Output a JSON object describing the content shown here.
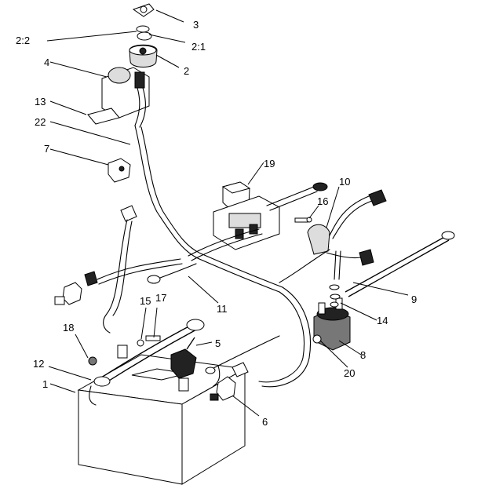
{
  "callouts": {
    "c1": "1",
    "c2": "2",
    "c2_1": "2:1",
    "c2_2": "2:2",
    "c3": "3",
    "c4": "4",
    "c5": "5",
    "c6": "6",
    "c7": "7",
    "c8": "8",
    "c9": "9",
    "c10": "10",
    "c11": "11",
    "c12": "12",
    "c13": "13",
    "c14": "14",
    "c15": "15",
    "c16": "16",
    "c17": "17",
    "c18": "18",
    "c19": "19",
    "c20": "20",
    "c22": "22"
  }
}
